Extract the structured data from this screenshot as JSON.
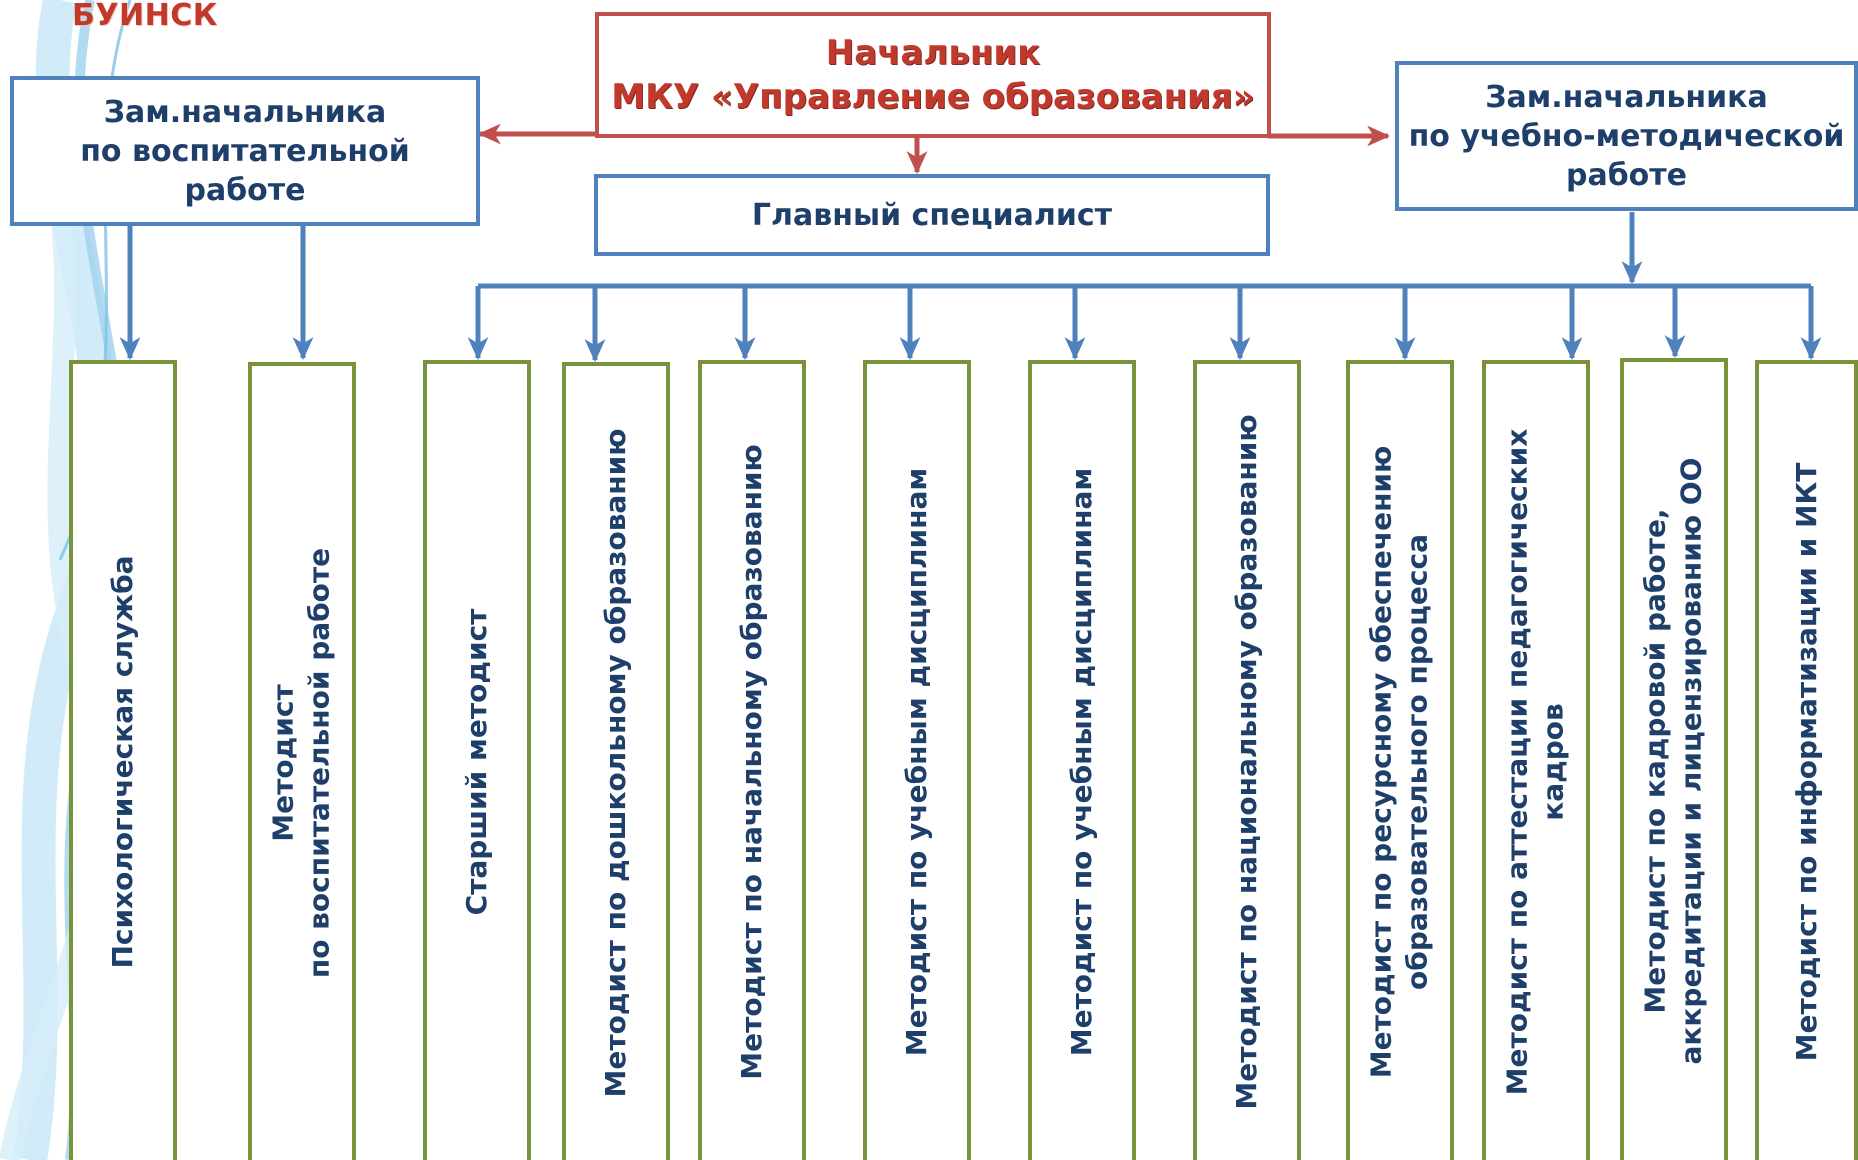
{
  "header": {
    "corner_text": "БУИНСК"
  },
  "head": {
    "line1": "Начальник",
    "line2": "МКУ «Управление образования»"
  },
  "deputy_left": {
    "line1": "Зам.начальника",
    "line2": "по воспитательной",
    "line3": "работе"
  },
  "deputy_right": {
    "line1": "Зам.начальника",
    "line2": "по учебно-методической",
    "line3": "работе"
  },
  "chief_specialist": {
    "label": "Главный специалист"
  },
  "units": [
    {
      "label": "Психологическая служба"
    },
    {
      "label": "Методист\nпо воспитательной  работе"
    },
    {
      "label": "Старший методист"
    },
    {
      "label": "Методист по дошкольному образованию"
    },
    {
      "label": "Методист  по начальному образованию"
    },
    {
      "label": "Методист  по учебным дисциплинам"
    },
    {
      "label": "Методист  по учебным дисциплинам"
    },
    {
      "label": "Методист  по национальному образованию"
    },
    {
      "label": "Методист  по ресурсному обеспечению\nобразовательного процесса"
    },
    {
      "label": "Методист  по  аттестации педагогических\nкадров"
    },
    {
      "label": "Методист  по  кадровой работе,\nаккредитации и лицензированию ОО"
    },
    {
      "label": "Методист  по информатизации и  ИКТ"
    }
  ],
  "colors": {
    "head_border": "#c0504d",
    "head_text": "#c0392b",
    "blue_border": "#4f81bd",
    "blue_text": "#1f3f6b",
    "green_border": "#77933c",
    "arrow_red": "#c0504d",
    "arrow_blue": "#4f81bd"
  }
}
